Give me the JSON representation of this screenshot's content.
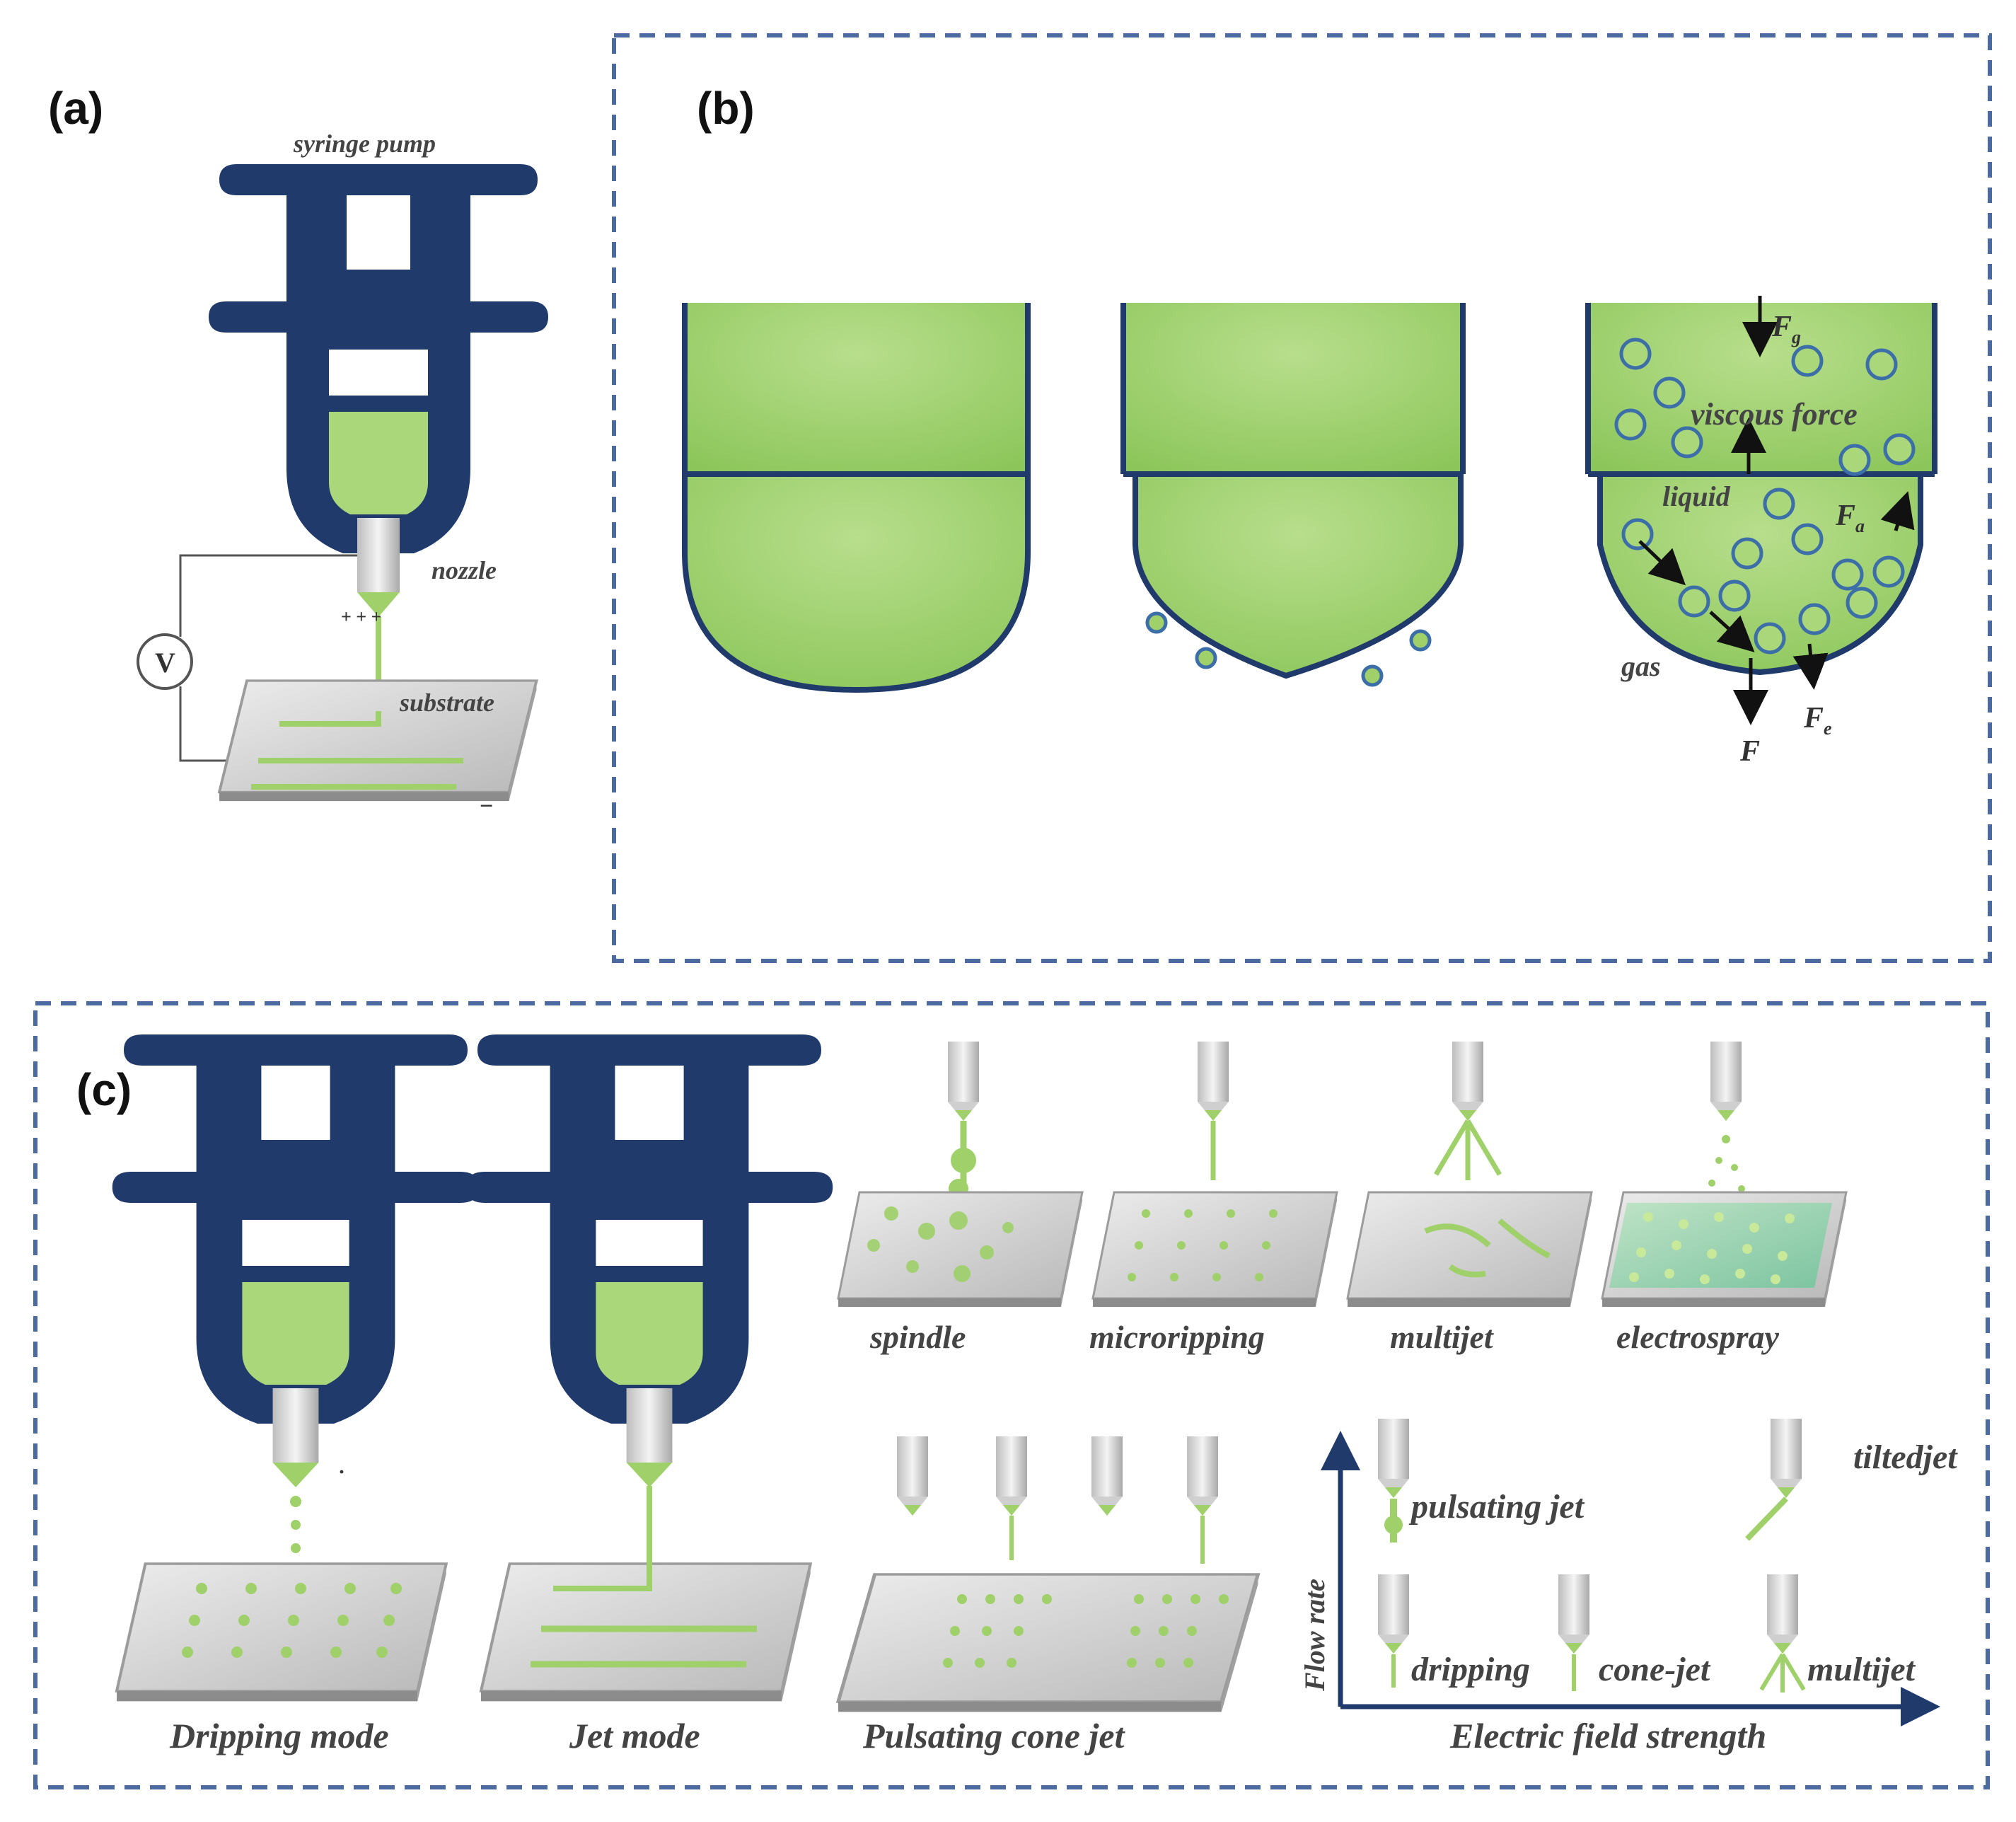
{
  "panels": {
    "a": {
      "label": "(a)",
      "syringe_pump": "syringe pump",
      "nozzle": "nozzle",
      "voltage": "V",
      "substrate": "substrate",
      "plus_signs": "+ + +",
      "minus": "−"
    },
    "b": {
      "label": "(b)",
      "viscous_force": "viscous force",
      "liquid": "liquid",
      "gas": "gas",
      "force_F_top": "F",
      "force_F_right": "F",
      "force_F_bottom_right": "F",
      "force_F_bottom": "F",
      "sub_g": "g",
      "sub_e": "e",
      "sub_a": "a"
    },
    "c": {
      "label": "(c)",
      "modes": [
        "spindle",
        "microripping",
        "multijet",
        "electrospray"
      ],
      "dripping_mode": "Dripping mode",
      "jet_mode": "Jet mode",
      "pulsating_cone_jet": "Pulsating cone  jet",
      "map": {
        "y_label": "Flow rate",
        "x_label": "Electric field strength",
        "pulsating_jet": "pulsating jet",
        "tiltedjet": "tiltedjet",
        "dripping": "dripping",
        "cone_jet": "cone-jet",
        "multijet": "multijet"
      }
    }
  },
  "colors": {
    "navy": "#1f3a6b",
    "green": "#9fd06a",
    "green_dark": "#7dbf3f",
    "dash_border": "#4a6aa0",
    "substrate": "#cfcfcf"
  }
}
